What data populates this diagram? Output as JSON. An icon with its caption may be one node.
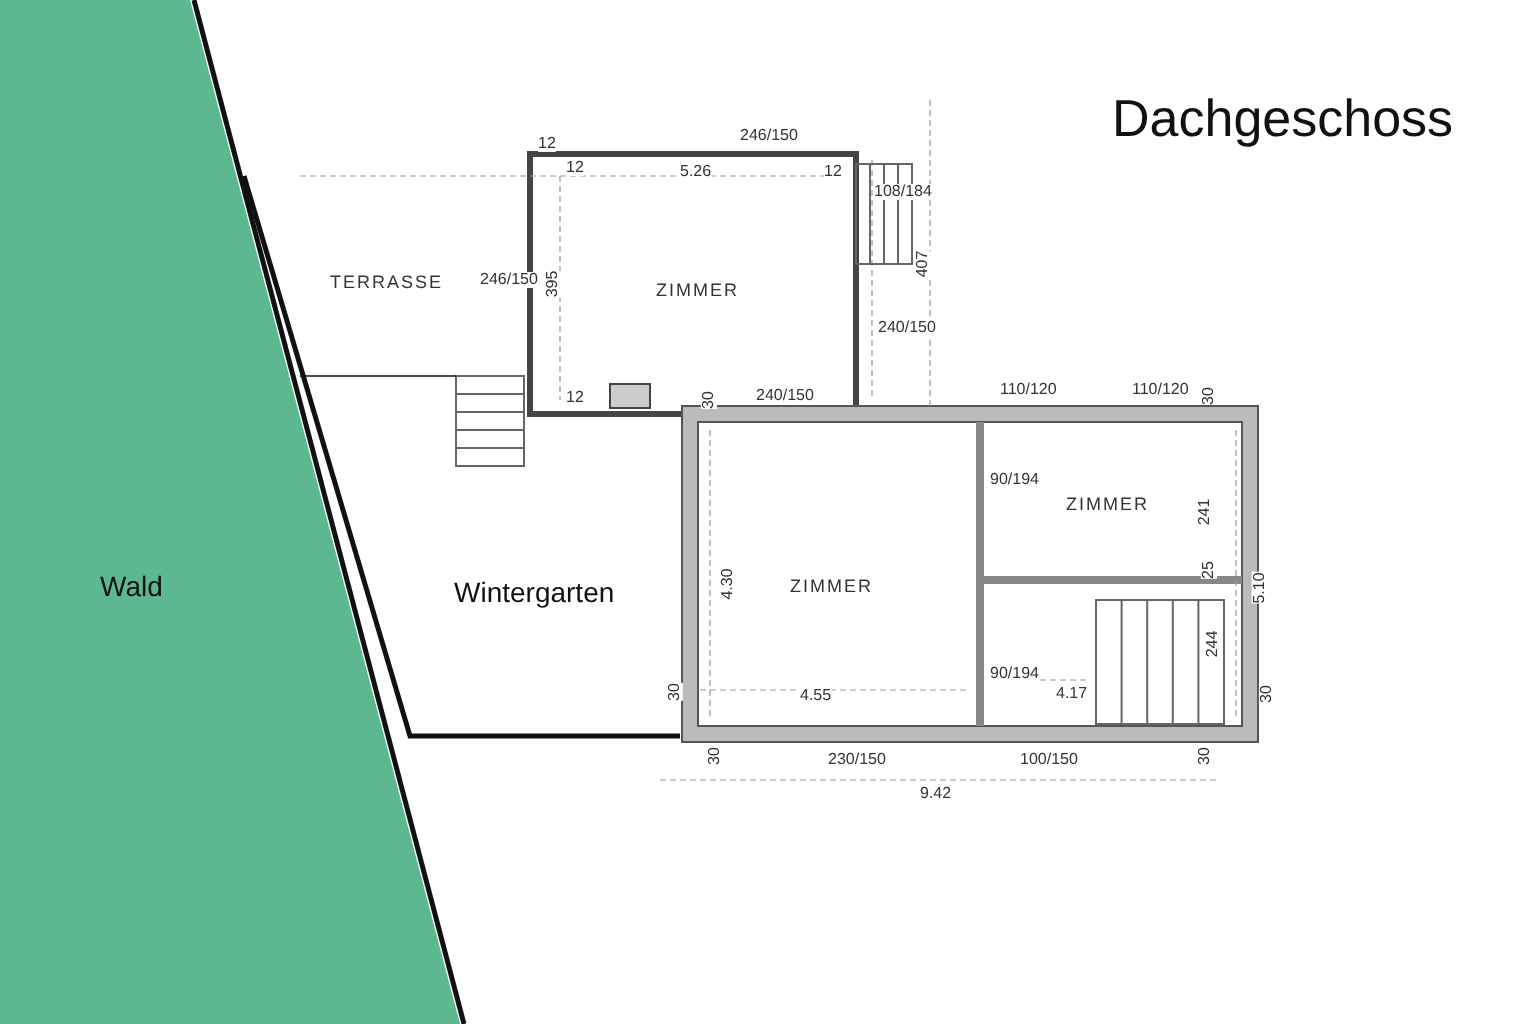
{
  "diagram": {
    "title": "Dachgeschoss",
    "nodes": [
      {
        "text": [
          "Wald"
        ]
      },
      {
        "text": [
          "Wintergarten"
        ]
      },
      {
        "text": [
          "TERRASSE"
        ]
      },
      {
        "text": [
          "ZIMMER"
        ]
      },
      {
        "text": [
          "ZIMMER"
        ]
      },
      {
        "text": [
          "ZIMMER"
        ]
      }
    ],
    "labels": [
      "12",
      "246/150",
      "12",
      "5.26",
      "12",
      "108/184",
      "246/150",
      "395",
      "407",
      "240/150",
      "12",
      "30",
      "240/150",
      "110/120",
      "110/120",
      "30",
      "90/194",
      "241",
      "4.30",
      "25",
      "244",
      "90/194",
      "4.55",
      "4.17",
      "30",
      "30",
      "5.10",
      "30",
      "230/150",
      "100/150",
      "30",
      "9.42"
    ]
  }
}
